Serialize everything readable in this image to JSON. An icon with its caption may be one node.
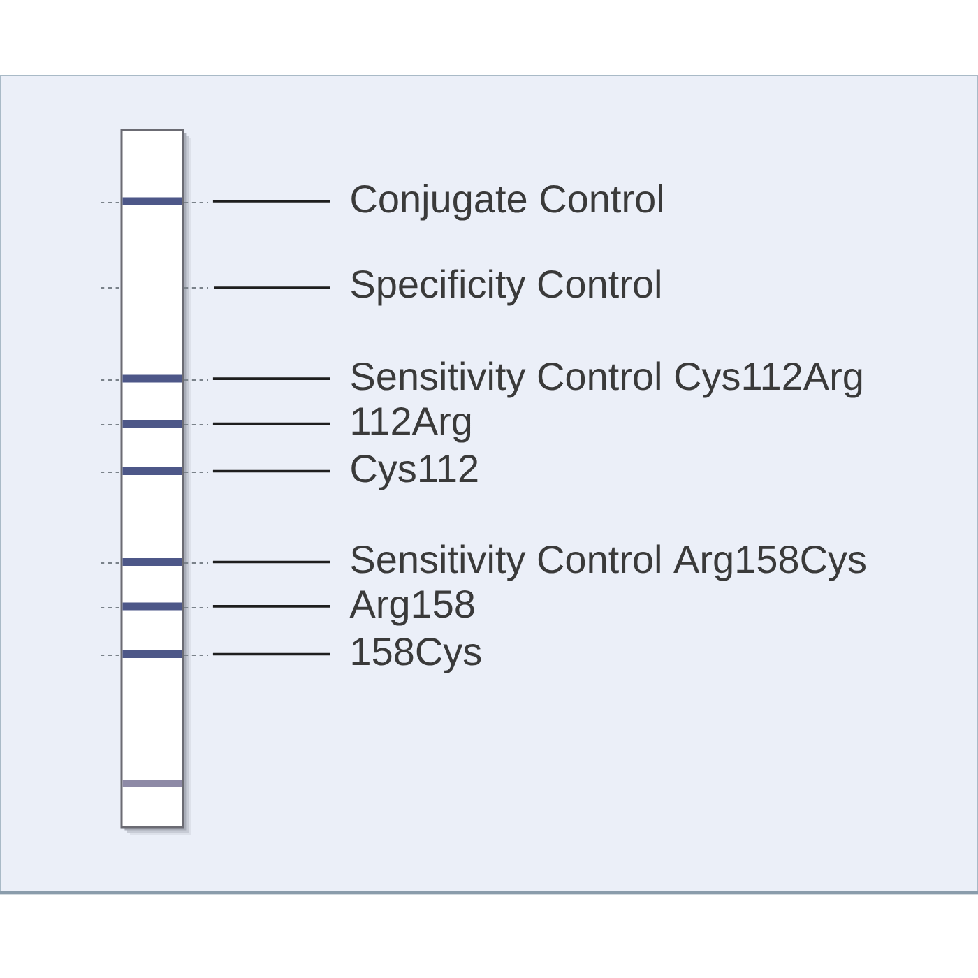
{
  "diagram": {
    "nodes": [
      {
        "text": [],
        "shape": "box"
      },
      {
        "text": [],
        "shape": "bar",
        "in": 0
      },
      {
        "text": [],
        "shape": "bar",
        "in": 0
      },
      {
        "text": [],
        "shape": "bar",
        "in": 0
      },
      {
        "text": [],
        "shape": "bar",
        "in": 0
      },
      {
        "text": [],
        "shape": "bar",
        "in": 0
      },
      {
        "text": [],
        "shape": "bar",
        "in": 0
      },
      {
        "text": [],
        "shape": "bar",
        "in": 0
      },
      {
        "text": [],
        "shape": "bar",
        "in": 0
      },
      {
        "text": [
          "Conjugate Control"
        ]
      },
      {
        "text": [
          "Specificity Control"
        ]
      },
      {
        "text": [
          "Sensitivity Control Cys112Arg"
        ]
      },
      {
        "text": [
          "112Arg"
        ]
      },
      {
        "text": [
          "Cys112"
        ]
      },
      {
        "text": [
          "Sensitivity Control Arg158Cys"
        ]
      },
      {
        "text": [
          "Arg158"
        ]
      },
      {
        "text": [
          "158Cys"
        ]
      }
    ],
    "edges": [
      {
        "from": 9,
        "to": 1,
        "arrow": "none"
      },
      {
        "from": 10,
        "to": null,
        "arrow": "none"
      },
      {
        "from": 11,
        "to": 2,
        "arrow": "none"
      },
      {
        "from": 12,
        "to": 3,
        "arrow": "none"
      },
      {
        "from": 13,
        "to": 4,
        "arrow": "none"
      },
      {
        "from": 14,
        "to": 5,
        "arrow": "none"
      },
      {
        "from": 15,
        "to": 6,
        "arrow": "none"
      },
      {
        "from": 16,
        "to": 7,
        "arrow": "none"
      }
    ]
  }
}
